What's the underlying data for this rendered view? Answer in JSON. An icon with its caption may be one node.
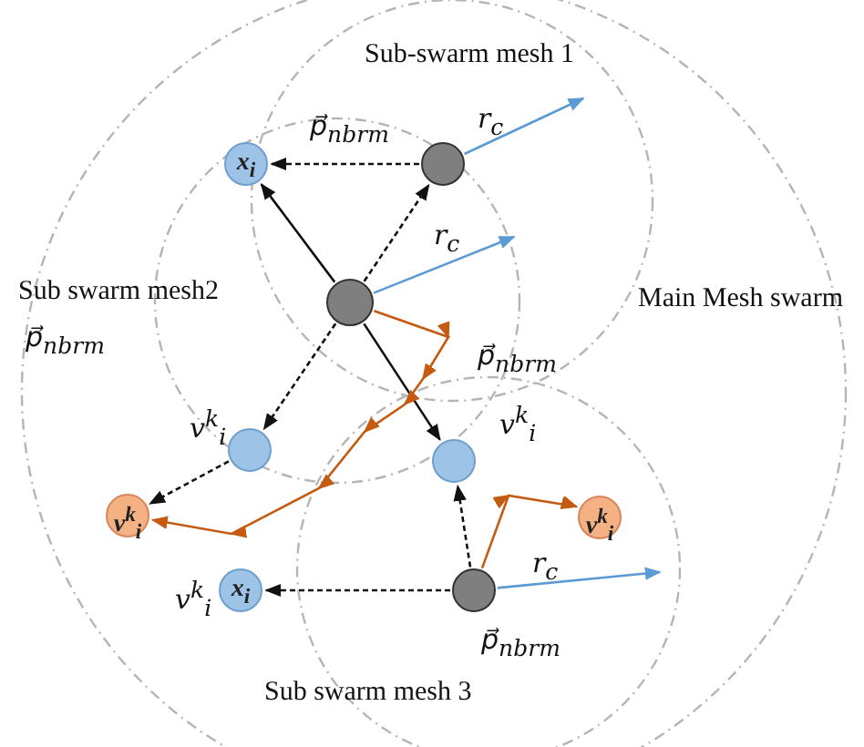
{
  "diagram": {
    "nodes": [
      {
        "text": [
          "x$_{i}$"
        ]
      },
      {
        "text": [],
        "shape": "circle"
      },
      {
        "text": [],
        "shape": "circle"
      },
      {
        "text": [],
        "shape": "circle",
        "beside": [
          "v$^{k}$$_{i}$"
        ]
      },
      {
        "text": [],
        "shape": "circle",
        "beside": [
          "v$^{k}$$_{i}$"
        ]
      },
      {
        "text": [
          "v$^{k}$$_{i}$"
        ]
      },
      {
        "text": [
          "v$^{k}$$_{i}$"
        ]
      },
      {
        "text": [
          "x$_{i}$"
        ],
        "beside": [
          "v$^{k}$$_{i}$"
        ]
      },
      {
        "text": [],
        "shape": "circle",
        "beside": [
          "p⃗$_{nbr}$$_{m}$"
        ]
      }
    ],
    "edges": [
      {
        "from": 1,
        "to": 0,
        "arrow": "to",
        "style": "dashed",
        "label": "p⃗$_{nbr}$$_{m}$"
      },
      {
        "from": 2,
        "to": 0,
        "arrow": "to"
      },
      {
        "from": 2,
        "to": 1,
        "arrow": "to",
        "style": "dashed"
      },
      {
        "from": 2,
        "to": 3,
        "arrow": "to",
        "style": "dashed"
      },
      {
        "from": 2,
        "to": 4,
        "arrow": "to"
      },
      {
        "from": 3,
        "to": 5,
        "arrow": "to",
        "style": "dashed"
      },
      {
        "from": 8,
        "to": 4,
        "arrow": "to",
        "style": "dashed"
      },
      {
        "from": 8,
        "to": 7,
        "arrow": "to",
        "style": "dashed"
      },
      {
        "from": 1,
        "to": null,
        "arrow": "to",
        "color": "#5b9bd5",
        "label": "r$_{c}$"
      },
      {
        "from": 2,
        "to": null,
        "arrow": "to",
        "color": "#5b9bd5",
        "label": "r$_{c}$"
      },
      {
        "from": 8,
        "to": null,
        "arrow": "to",
        "color": "#5b9bd5",
        "label": "r$_{c}$"
      },
      {
        "from": 2,
        "to": 5,
        "arrow": "to",
        "color": "#c55a11"
      },
      {
        "from": 8,
        "to": 6,
        "arrow": "to",
        "color": "#c55a11"
      }
    ],
    "labels": [
      "Sub-swarm mesh 1",
      "Sub swarm mesh2",
      "Main Mesh swarm",
      "p⃗$_{nbr}$$_{m}$",
      "p⃗$_{nbr}$$_{m}$",
      "Sub swarm mesh 3"
    ]
  }
}
